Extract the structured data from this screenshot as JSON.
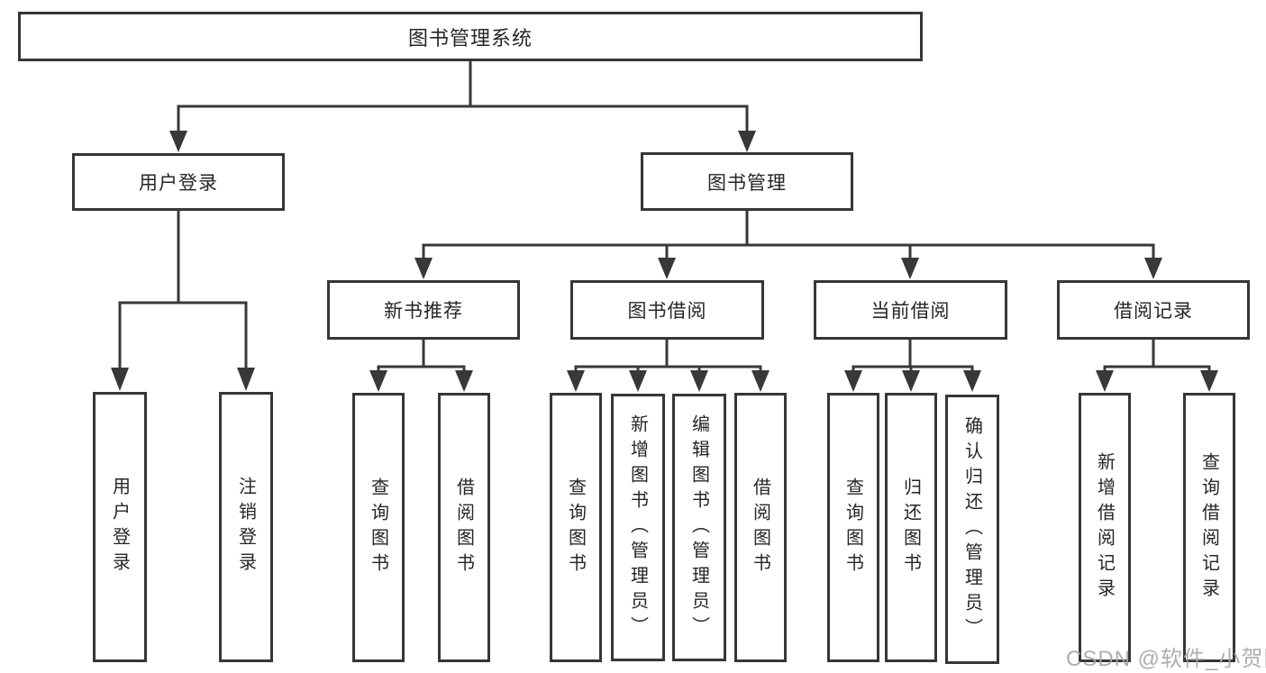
{
  "nodes": {
    "root": "图书管理系统",
    "level2": {
      "user_login": "用户登录",
      "book_mgmt": "图书管理"
    },
    "level3": {
      "new_book_rec": "新书推荐",
      "book_borrow": "图书借阅",
      "current_borrow": "当前借阅",
      "borrow_records": "借阅记录"
    },
    "user_login_children": {
      "login": "用户登录",
      "logout": "注销登录"
    },
    "new_book_rec_children": {
      "query_book": "查询图书",
      "borrow_book": "借阅图书"
    },
    "book_borrow_children": {
      "query_book": "查询图书",
      "add_book_admin": "新增图书（管理员）",
      "edit_book_admin": "编辑图书（管理员）",
      "borrow_book": "借阅图书"
    },
    "current_borrow_children": {
      "query_book": "查询图书",
      "return_book": "归还图书",
      "confirm_return_admin": "确认归还（管理员）"
    },
    "borrow_records_children": {
      "add_record": "新增借阅记录",
      "query_record": "查询借阅记录"
    }
  },
  "watermark": "CSDN @软件_小贺同学",
  "colors": {
    "line": "#383838",
    "box_border": "#363636",
    "text": "#262626",
    "watermark": "#a6a6a6",
    "background": "#ffffff"
  }
}
